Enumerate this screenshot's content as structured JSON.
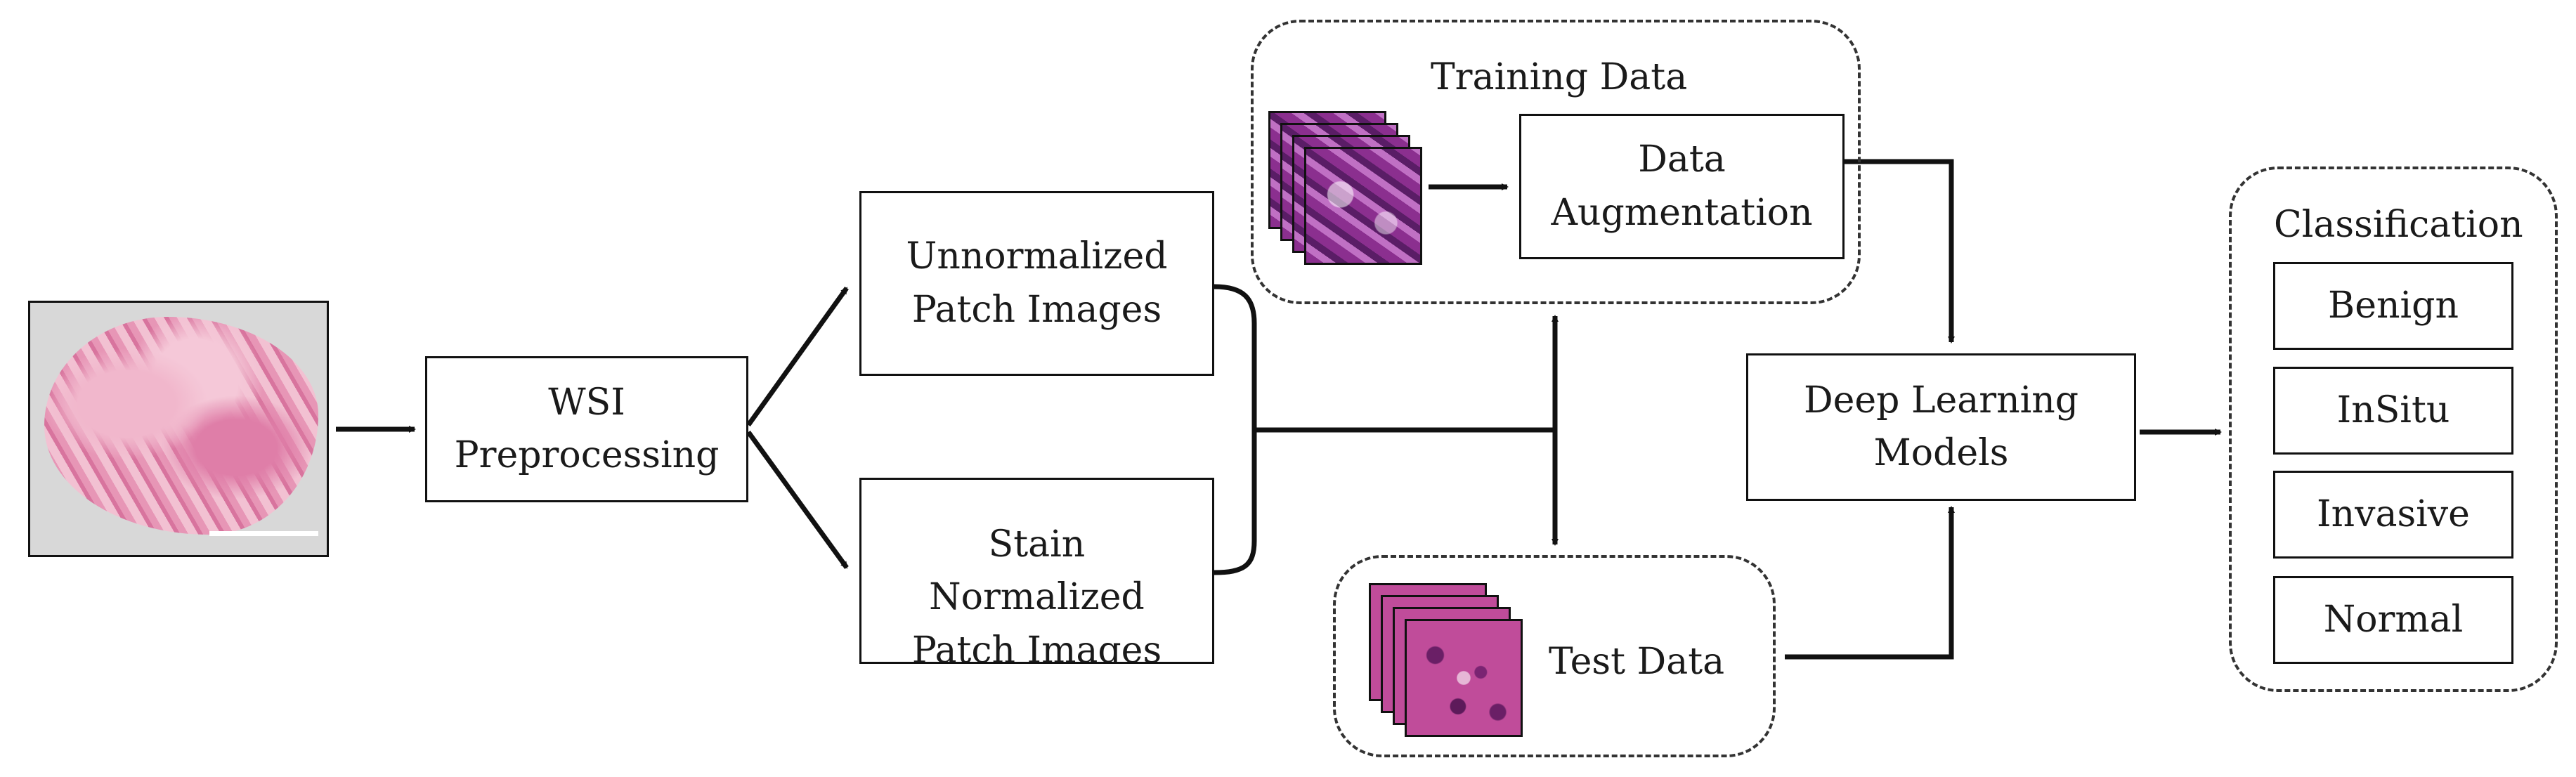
{
  "pipeline": {
    "wsi_preprocessing": [
      "WSI",
      "Preprocessing"
    ],
    "unnormalized": [
      "Unnormalized",
      "Patch Images"
    ],
    "stain_normalized": [
      "Stain",
      "Normalized",
      "Patch Images"
    ],
    "training_data_title": "Training Data",
    "data_augmentation": [
      "Data",
      "Augmentation"
    ],
    "test_data": "Test Data",
    "deep_learning_models": [
      "Deep Learning",
      "Models"
    ],
    "classification_title": "Classification",
    "classes": [
      "Benign",
      "InSitu",
      "Invasive",
      "Normal"
    ]
  },
  "colors": {
    "line": "#111111",
    "dashed_border": "#333333",
    "text": "#1a1a1a"
  }
}
